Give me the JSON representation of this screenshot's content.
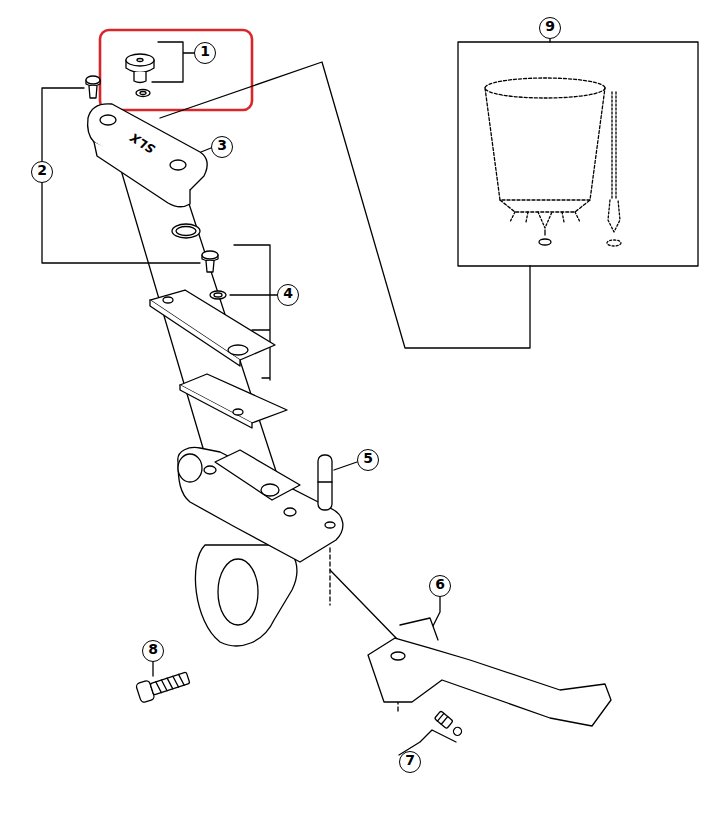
{
  "diagram": {
    "labels": [
      "1",
      "2",
      "3",
      "4",
      "5",
      "6",
      "7",
      "8",
      "9",
      "SLX"
    ]
  }
}
